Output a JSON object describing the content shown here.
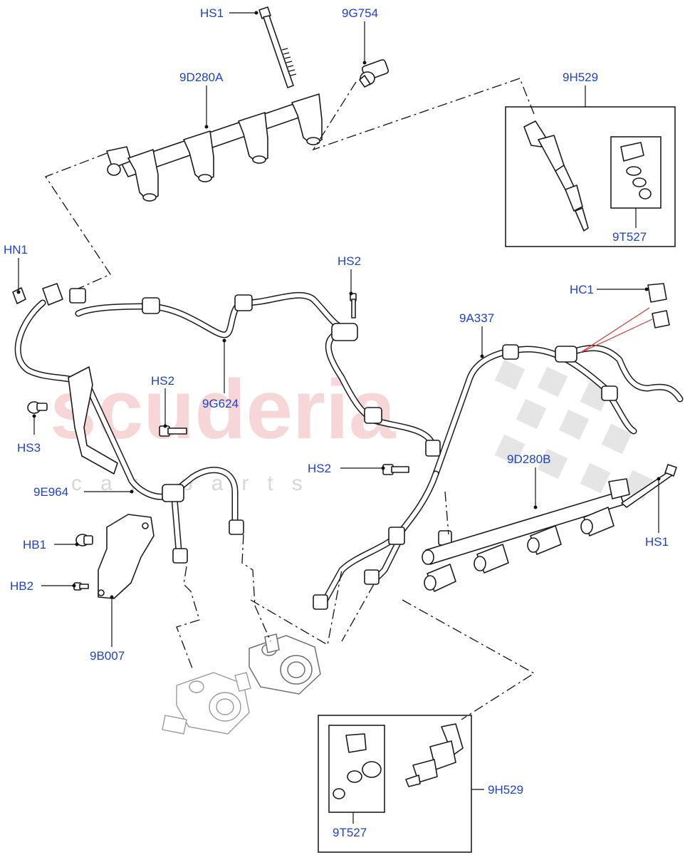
{
  "watermark": {
    "brand": "scuderia",
    "sub": "car parts"
  },
  "callouts": {
    "hs1_top": "HS1",
    "9g754": "9G754",
    "9d280a": "9D280A",
    "9h529_top": "9H529",
    "9t527_top": "9T527",
    "hn1": "HN1",
    "hs2_top": "HS2",
    "hc1": "HC1",
    "9a337": "9A337",
    "hs2_mid": "HS2",
    "9g624": "9G624",
    "hs3": "HS3",
    "hs2_lower": "HS2",
    "9d280b": "9D280B",
    "hs1_right": "HS1",
    "9e964": "9E964",
    "hb1": "HB1",
    "hb2": "HB2",
    "9b007": "9B007",
    "9h529_bottom": "9H529",
    "9t527_bottom": "9T527"
  }
}
